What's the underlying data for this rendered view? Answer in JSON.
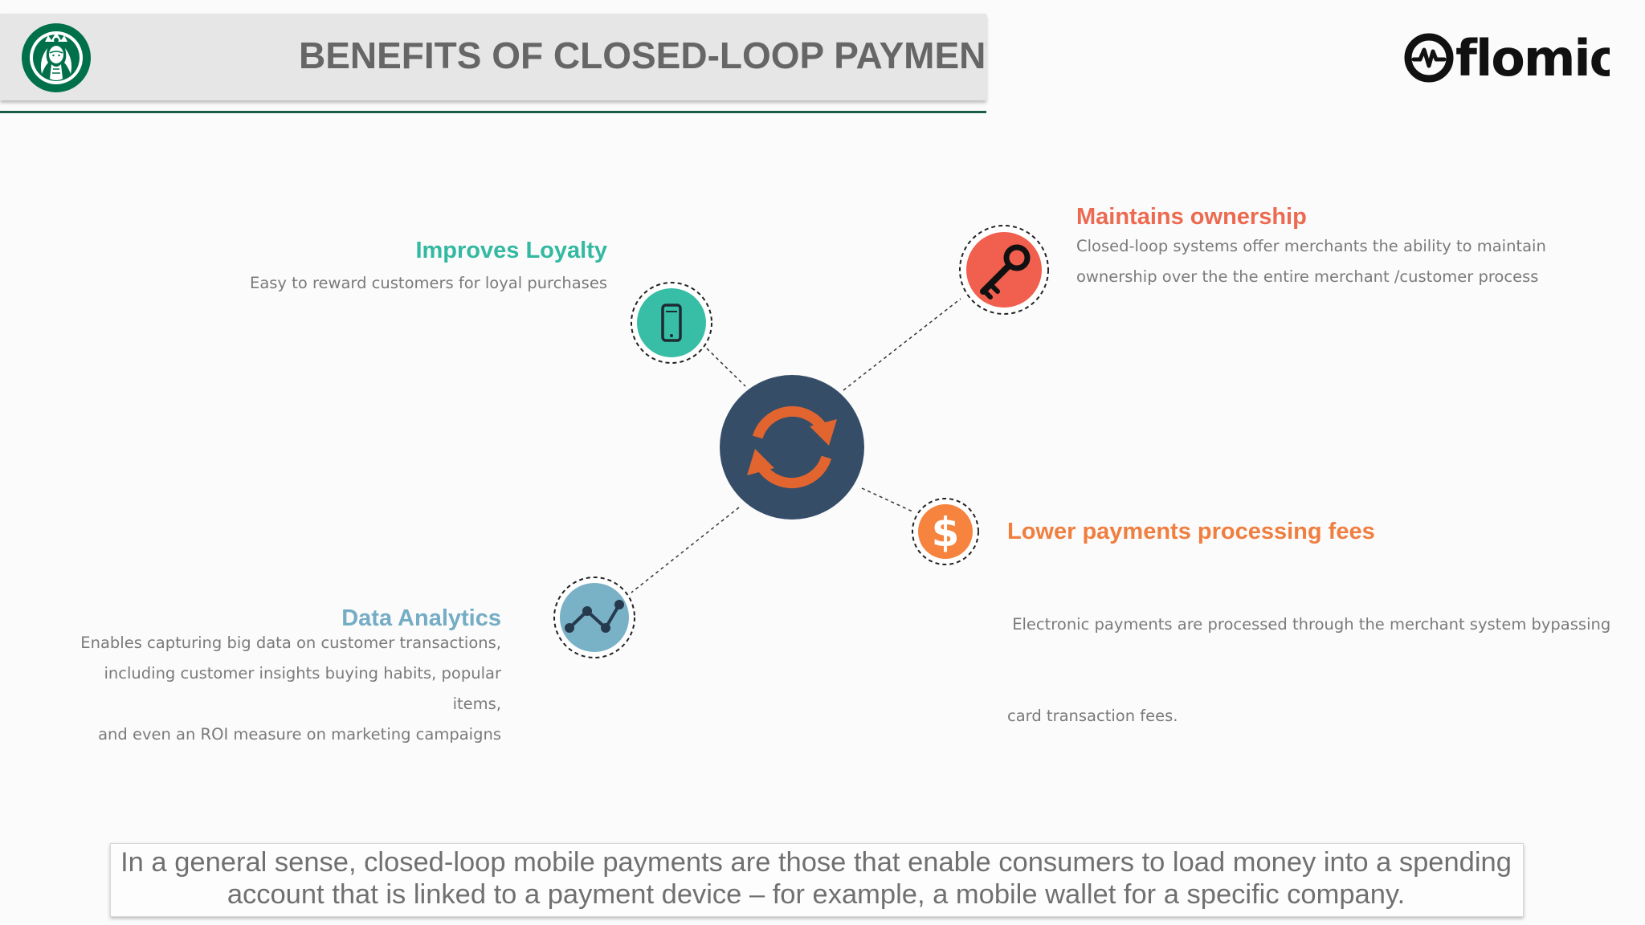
{
  "header": {
    "title": "BENEFITS OF  CLOSED-LOOP PAYMENT",
    "brand_logo_left": "starbucks-logo",
    "brand_logo_right": "flomio-logo",
    "band_color": "#e6e6e6",
    "rule_color": "#1c5d48"
  },
  "hub": {
    "icon": "refresh-icon",
    "color": "#354d67",
    "arrow_color": "#e2652f"
  },
  "benefits": [
    {
      "id": "loyalty",
      "title": "Improves Loyalty",
      "title_color": "#34b9a1",
      "icon": "smartphone-icon",
      "icon_color": "#38bea6",
      "lines": [
        "Easy to reward customers for loyal purchases"
      ]
    },
    {
      "id": "ownership",
      "title": "Maintains ownership",
      "title_color": "#ec6a4f",
      "icon": "key-icon",
      "icon_color": "#f15f4e",
      "lines": [
        "Closed-loop systems offer merchants the ability to maintain",
        "ownership over the the entire merchant /customer process"
      ]
    },
    {
      "id": "fees",
      "title": "Lower payments processing fees",
      "title_color": "#ef7e3f",
      "icon": "dollar-icon",
      "icon_color": "#f7843e",
      "lines": [
        " Electronic payments are processed through the merchant system bypassing",
        "card transaction fees."
      ]
    },
    {
      "id": "analytics",
      "title": "Data Analytics",
      "title_color": "#74adc4",
      "icon": "line-chart-icon",
      "icon_color": "#79b1c6",
      "lines": [
        "Enables capturing big data on customer transactions,",
        "including customer insights buying habits, popular items,",
        "and even an ROI measure on marketing campaigns"
      ]
    }
  ],
  "footer": {
    "line1": "In a general sense, closed-loop mobile payments are those that enable consumers to load money into a spending",
    "line2": "account that is linked to a payment device – for example, a mobile wallet for a specific company."
  }
}
